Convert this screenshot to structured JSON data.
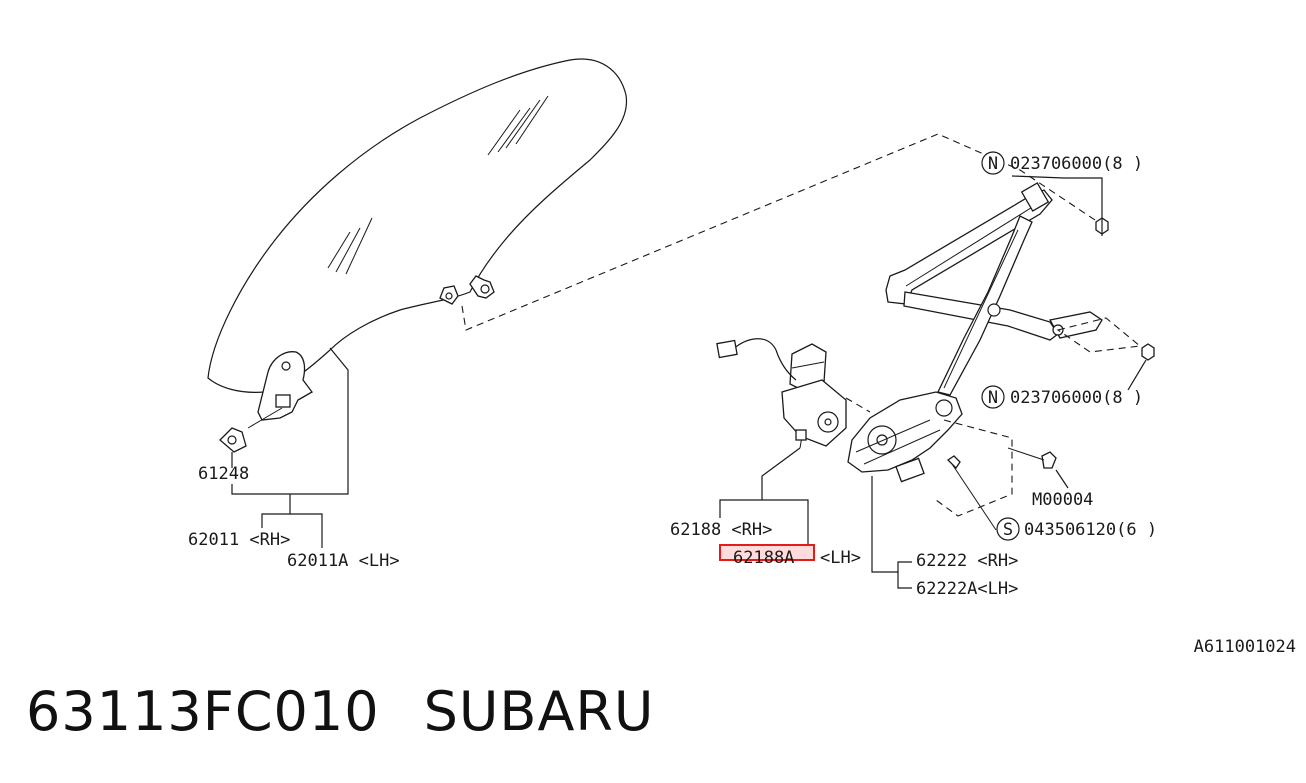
{
  "diagram": {
    "labels": {
      "p61248": "61248",
      "p62011": "62011 <RH>",
      "p62011a": "62011A <LH>",
      "p62188": "62188 <RH>",
      "p62188a": "62188A",
      "p62188a_side": "<LH>",
      "p62222": "62222  <RH>",
      "p62222a": "62222A<LH>",
      "nut_top": "023706000(8 )",
      "nut_mid": "023706000(8 )",
      "m00004": "M00004",
      "bolt_s": "043506120(6 )",
      "ref_code": "A611001024"
    },
    "markers": {
      "nut": "N",
      "bolt": "S"
    },
    "highlight_color": "#e21b1b"
  },
  "footer": {
    "part_number": "63113FC010",
    "brand": "SUBARU"
  }
}
